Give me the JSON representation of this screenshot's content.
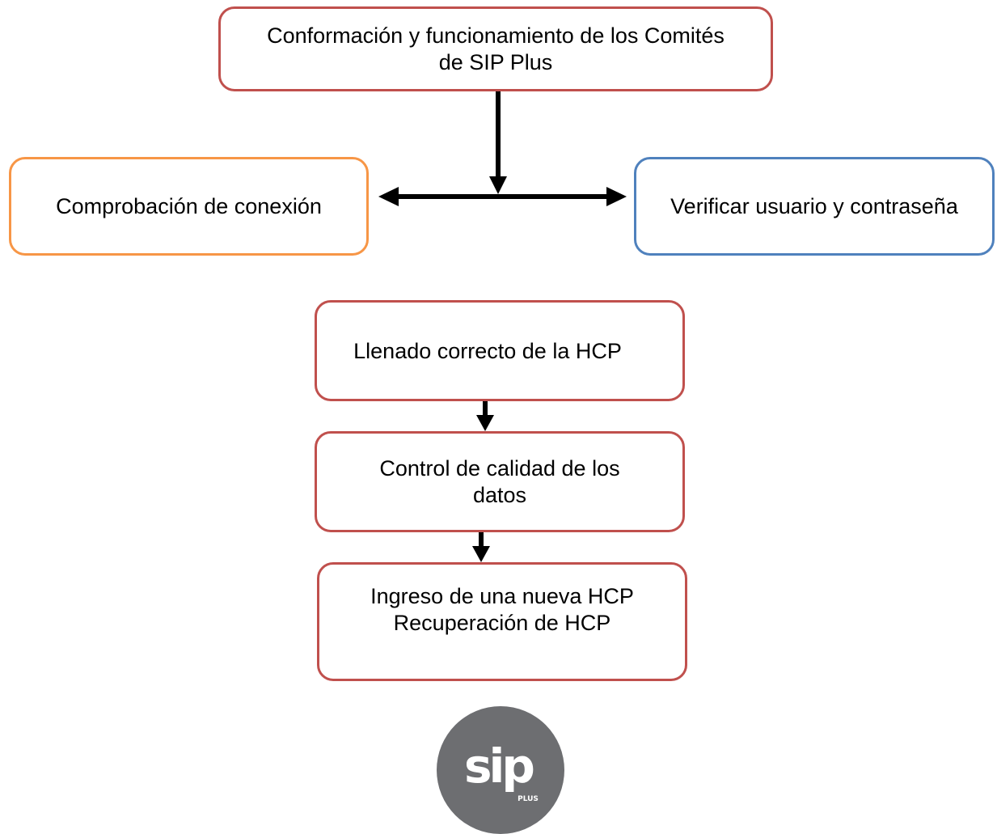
{
  "boxes": {
    "comites": {
      "lines": [
        "Conformación y funcionamiento de los Comités",
        "de SIP Plus"
      ],
      "border_color": "#c0504d"
    },
    "conexion": {
      "lines": [
        "Comprobación de conexión"
      ],
      "border_color": "#f79646"
    },
    "usuario": {
      "lines": [
        "Verificar usuario y contraseña"
      ],
      "border_color": "#4f81bd"
    },
    "llenado": {
      "lines": [
        "Llenado correcto de la HCP"
      ],
      "border_color": "#c0504d"
    },
    "control": {
      "lines": [
        "Control de calidad de los",
        "datos"
      ],
      "border_color": "#c0504d"
    },
    "ingreso": {
      "lines": [
        "Ingreso de una nueva HCP",
        "Recuperación de HCP"
      ],
      "border_color": "#c0504d"
    }
  },
  "arrow_color": "#000000",
  "logo": {
    "icon": "sip-plus-logo",
    "text_main": "sip",
    "text_sub": "PLUS",
    "background_color": "#6d6e71"
  }
}
